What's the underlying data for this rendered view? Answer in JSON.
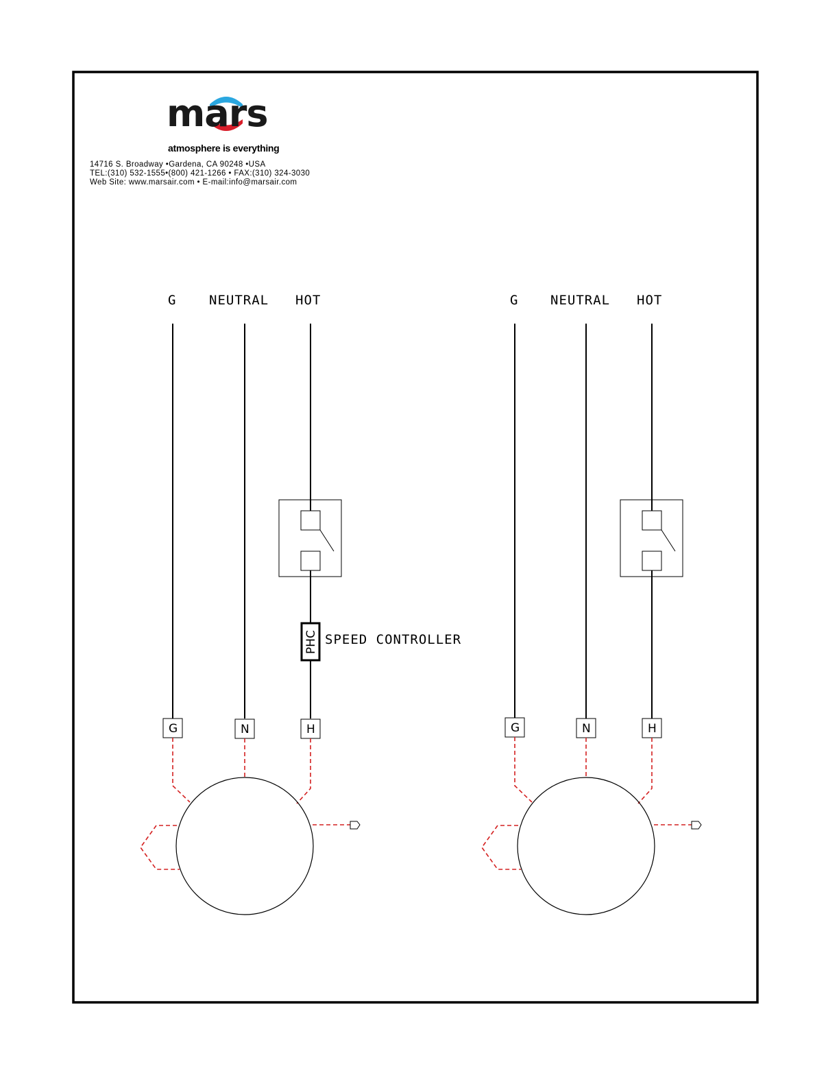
{
  "header": {
    "brand": "mars",
    "tagline": "atmosphere is everything",
    "address_line": "14716 S. Broadway •Gardena, CA 90248 •USA",
    "phone_line": "TEL:(310) 532-1555•(800) 421-1266 • FAX:(310) 324-3030",
    "web_line": "Web Site: www.marsair.com • E-mail:info@marsair.com"
  },
  "colors": {
    "wire": "#000000",
    "internal_wiring": "#d42020",
    "logo_blue": "#2aa7e0",
    "logo_red": "#d81e2a"
  },
  "diagrams": [
    {
      "labels": {
        "ground": "G",
        "neutral": "NEUTRAL",
        "hot": "HOT"
      },
      "terminals": {
        "ground": "G",
        "neutral": "N",
        "hot": "H"
      },
      "speed_controller": {
        "code": "PHC",
        "label": "SPEED CONTROLLER"
      }
    },
    {
      "labels": {
        "ground": "G",
        "neutral": "NEUTRAL",
        "hot": "HOT"
      },
      "terminals": {
        "ground": "G",
        "neutral": "N",
        "hot": "H"
      }
    }
  ]
}
